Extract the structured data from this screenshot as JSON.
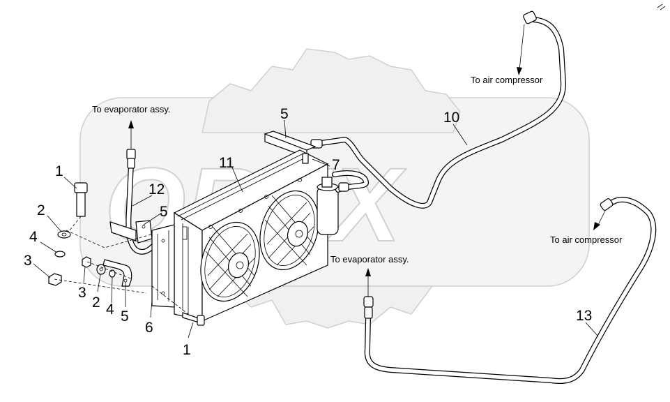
{
  "watermark": {
    "text": "OREX",
    "color": "#e6e6e6"
  },
  "labels": {
    "air_compressor_top": "To air compressor",
    "air_compressor_right": "To air compressor",
    "evaporator_left": "To evaporator assy.",
    "evaporator_bottom": "To evaporator assy."
  },
  "callouts": {
    "c1_top": "1",
    "c2_left": "2",
    "c4_left": "4",
    "c3_left": "3",
    "c3_bottom": "3",
    "c2_bottom": "2",
    "c4_bottom": "4",
    "c5_bottom": "5",
    "c6": "6",
    "c1_bottom": "1",
    "c11": "11",
    "c12": "12",
    "c5_mid": "5",
    "c5_top": "5",
    "c7": "7",
    "c10": "10",
    "c13": "13"
  },
  "colors": {
    "line": "#000000",
    "background": "#ffffff",
    "watermark_stroke": "#cfcfcf"
  }
}
